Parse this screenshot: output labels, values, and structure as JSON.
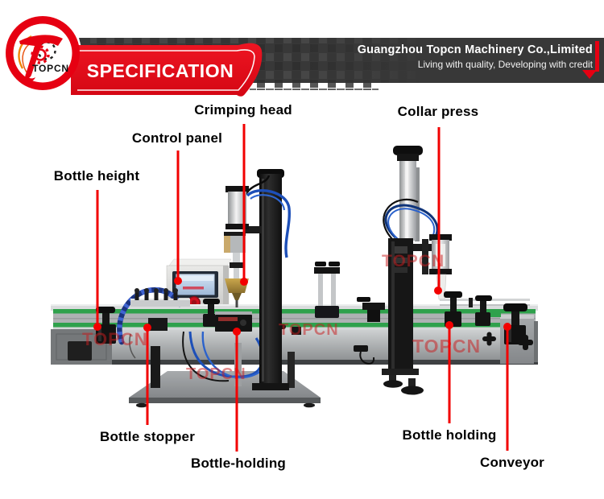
{
  "header": {
    "company": "Guangzhou Topcn Machinery Co.,Limited",
    "tagline": "Living with quality, Developing with credit",
    "banner": "SPECIFICATION"
  },
  "logo": {
    "brand": "TOPCN"
  },
  "callouts": [
    {
      "id": "bottle-height",
      "label": "Bottle height"
    },
    {
      "id": "control-panel",
      "label": "Control panel"
    },
    {
      "id": "crimping-head",
      "label": "Crimping head"
    },
    {
      "id": "collar-press",
      "label": "Collar press"
    },
    {
      "id": "bottle-stopper",
      "label": "Bottle stopper"
    },
    {
      "id": "bottle-holding-left",
      "label": "Bottle-holding"
    },
    {
      "id": "bottle-holding-right",
      "label": "Bottle holding"
    },
    {
      "id": "conveyor",
      "label": "Conveyor"
    }
  ],
  "watermarks": [
    "TOPCN",
    "TOPCN",
    "TOPCN",
    "TOPCN",
    "TOPCN"
  ],
  "colors": {
    "accent_red": "#e60012",
    "callout_red": "#f20000",
    "header_bar": "#383838",
    "rail_green": "#2fa14c",
    "tube_blue": "#1d4fb8",
    "brass": "#b0883c",
    "watermark_red": "rgba(200,30,33,0.52)"
  }
}
